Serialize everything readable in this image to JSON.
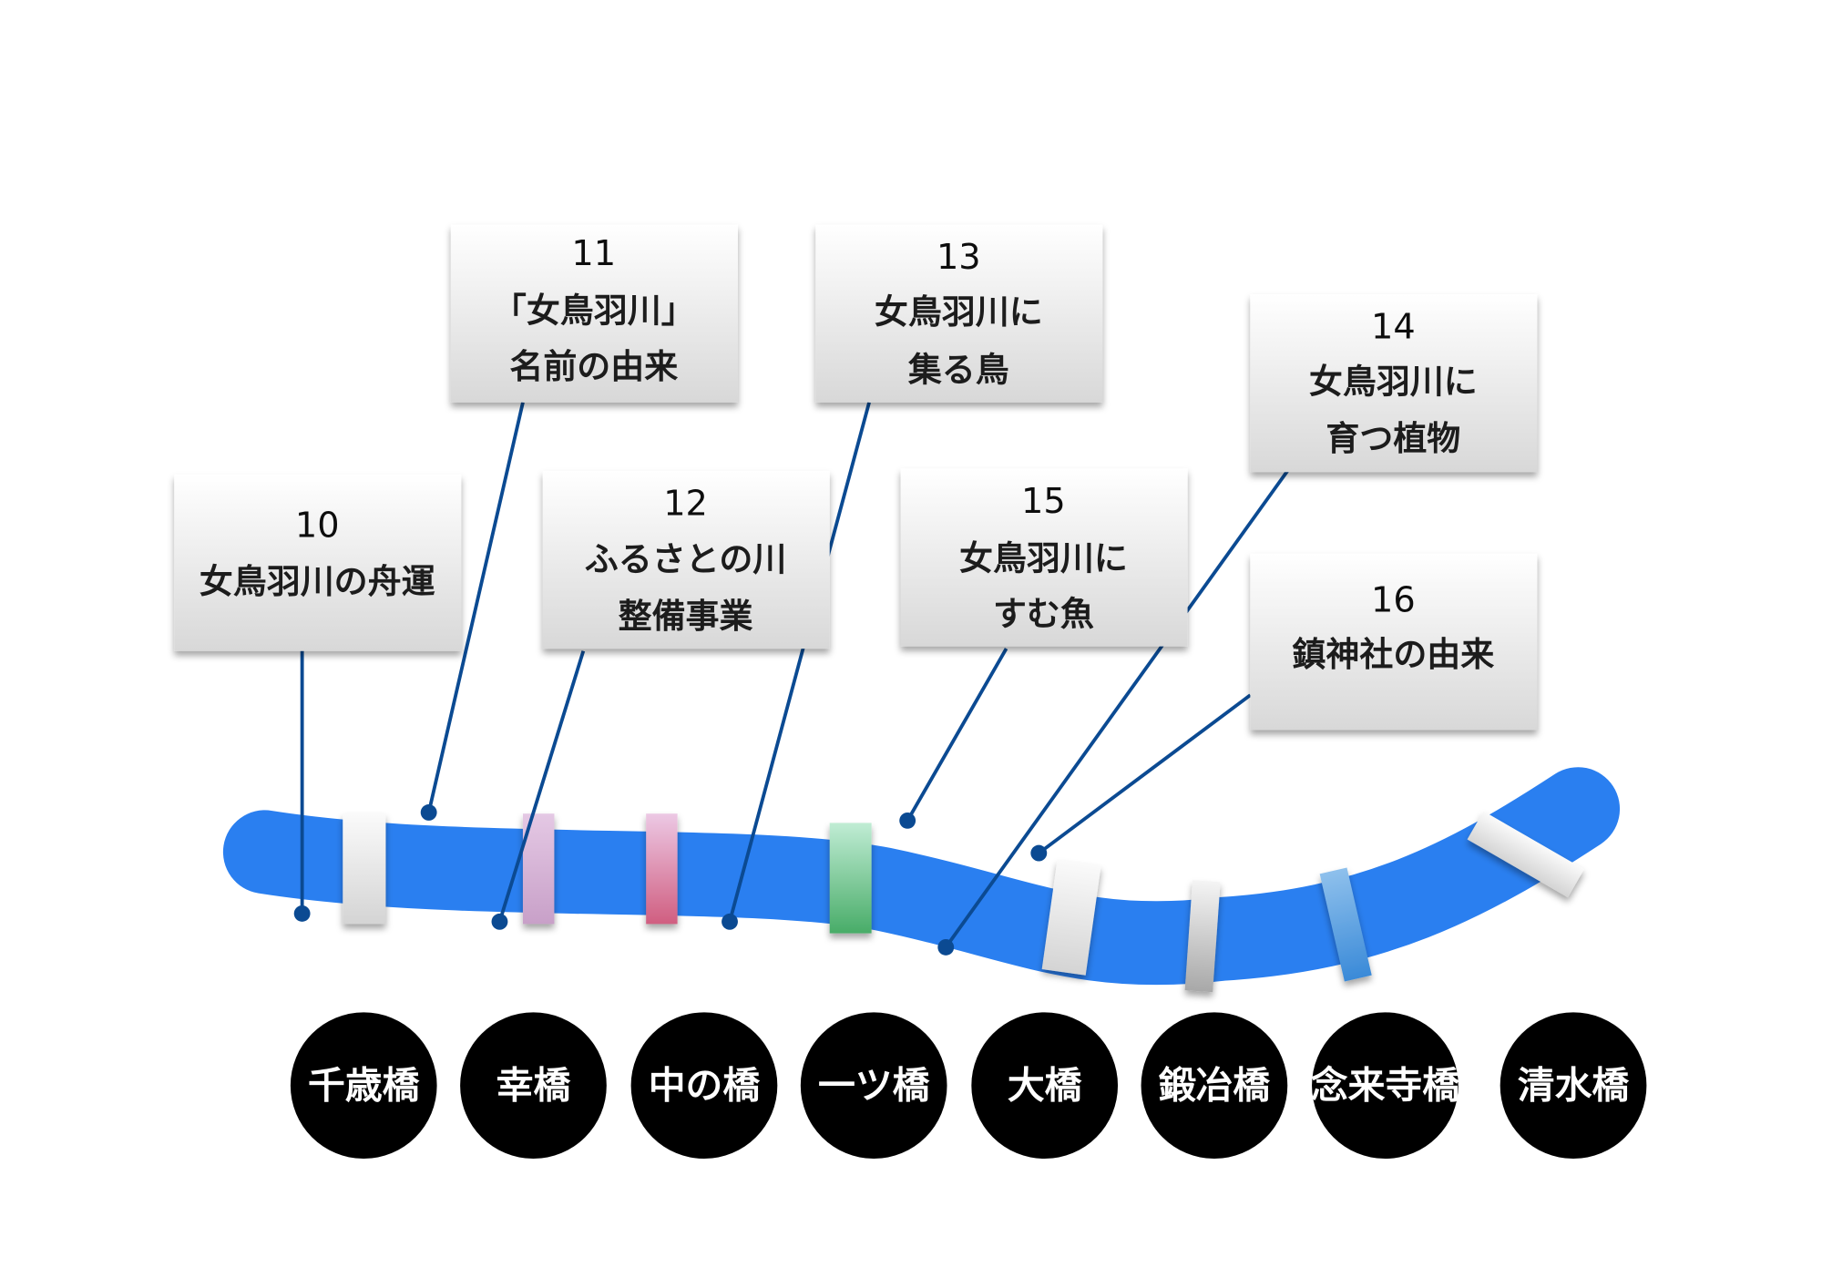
{
  "colors": {
    "river": "#2a7ff0",
    "leader": "#0b4a92",
    "circle": "#000000"
  },
  "boxes": [
    {
      "number": "10",
      "lines": [
        "女鳥羽川の舟運"
      ]
    },
    {
      "number": "11",
      "lines": [
        "「女鳥羽川」",
        "名前の由来"
      ]
    },
    {
      "number": "12",
      "lines": [
        "ふるさとの川",
        "整備事業"
      ]
    },
    {
      "number": "13",
      "lines": [
        "女鳥羽川に",
        "集る鳥"
      ]
    },
    {
      "number": "14",
      "lines": [
        "女鳥羽川に",
        "育つ植物"
      ]
    },
    {
      "number": "15",
      "lines": [
        "女鳥羽川に",
        "すむ魚"
      ]
    },
    {
      "number": "16",
      "lines": [
        "鎮神社の由来"
      ]
    }
  ],
  "bridges": [
    "千歳橋",
    "幸橋",
    "中の橋",
    "一ツ橋",
    "大橋",
    "鍛冶橋",
    "念来寺橋",
    "清水橋"
  ]
}
